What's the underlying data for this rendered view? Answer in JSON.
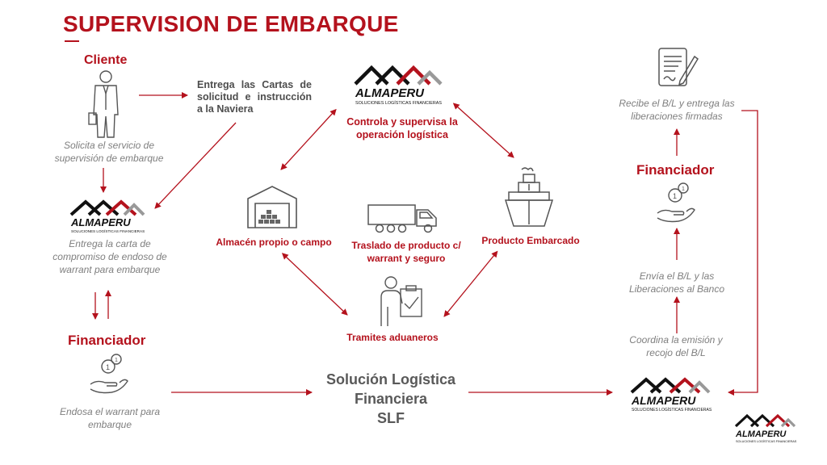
{
  "title": "SUPERVISION DE EMBARQUE",
  "colors": {
    "accent": "#b4121d",
    "gray_text": "#7f7f7f",
    "dark_text": "#4d4d4d",
    "icon_gray": "#666666"
  },
  "left": {
    "cliente_heading": "Cliente",
    "cliente_desc": "Solicita el servicio de supervisión de embarque",
    "almaperu_desc": "Entrega la carta de compromiso de endoso de warrant para embarque",
    "financiador_heading": "Financiador",
    "financiador_desc": "Endosa el warrant para embarque"
  },
  "instruction_note": "Entrega las Cartas de solicitud e instrucción a la Naviera",
  "center": {
    "control_text": "Controla y supervisa la operación logística",
    "almacen_label": "Almacén propio o campo",
    "traslado_label": "Traslado de producto c/ warrant y seguro",
    "producto_label": "Producto Embarcado",
    "tramites_label": "Tramites aduaneros",
    "slf_line1": "Solución Logística",
    "slf_line2": "Financiera",
    "slf_line3": "SLF"
  },
  "right": {
    "recibe_desc": "Recibe el B/L y entrega las liberaciones firmadas",
    "financiador_heading": "Financiador",
    "envia_desc": "Envía el B/L y las Liberaciones al Banco",
    "coordina_desc": "Coordina la emisión y recojo del B/L"
  },
  "logo": {
    "wordmark": "ALMAPERU",
    "tagline": "SOLUCIONES LOGÍSTICAS FINANCIERAS"
  },
  "icons": {
    "person": "businessman-icon",
    "document": "signed-document-icon",
    "money_hand": "coin-hand-icon",
    "warehouse": "warehouse-icon",
    "truck": "truck-icon",
    "ship": "ship-icon",
    "inspector": "clipboard-person-icon"
  }
}
